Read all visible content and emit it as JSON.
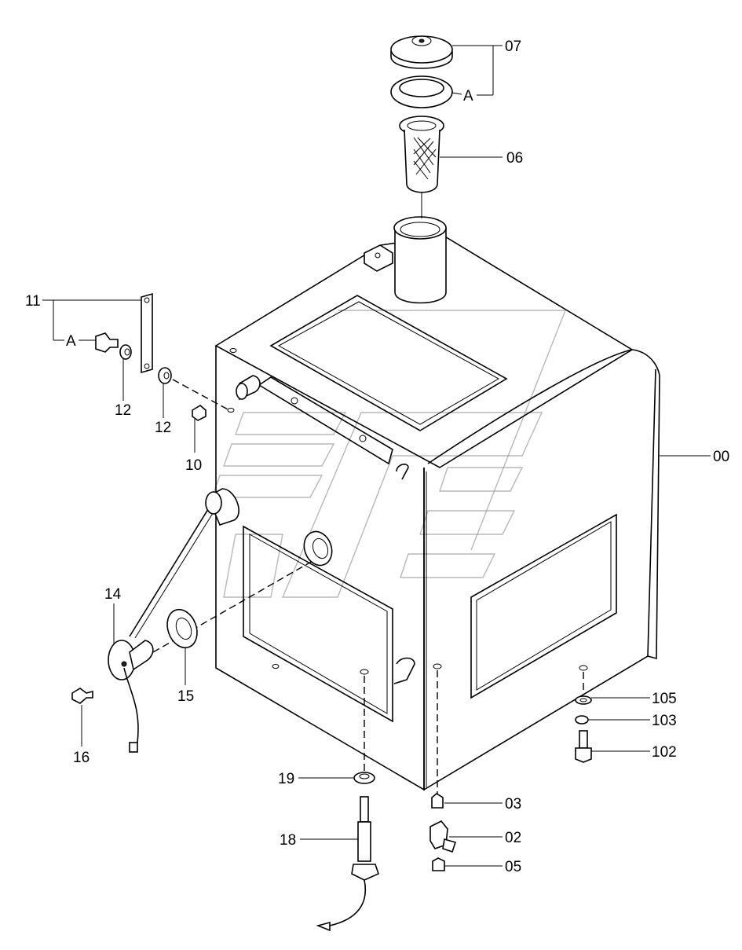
{
  "diagram": {
    "callouts": {
      "c07": "07",
      "cA_top": "A",
      "c06": "06",
      "c11": "11",
      "cA_left": "A",
      "c12a": "12",
      "c12b": "12",
      "c10": "10",
      "c00": "00",
      "c14": "14",
      "c15": "15",
      "c16": "16",
      "c19": "19",
      "c18": "18",
      "c03": "03",
      "c02": "02",
      "c05": "05",
      "c105": "105",
      "c103": "103",
      "c102": "102"
    }
  }
}
